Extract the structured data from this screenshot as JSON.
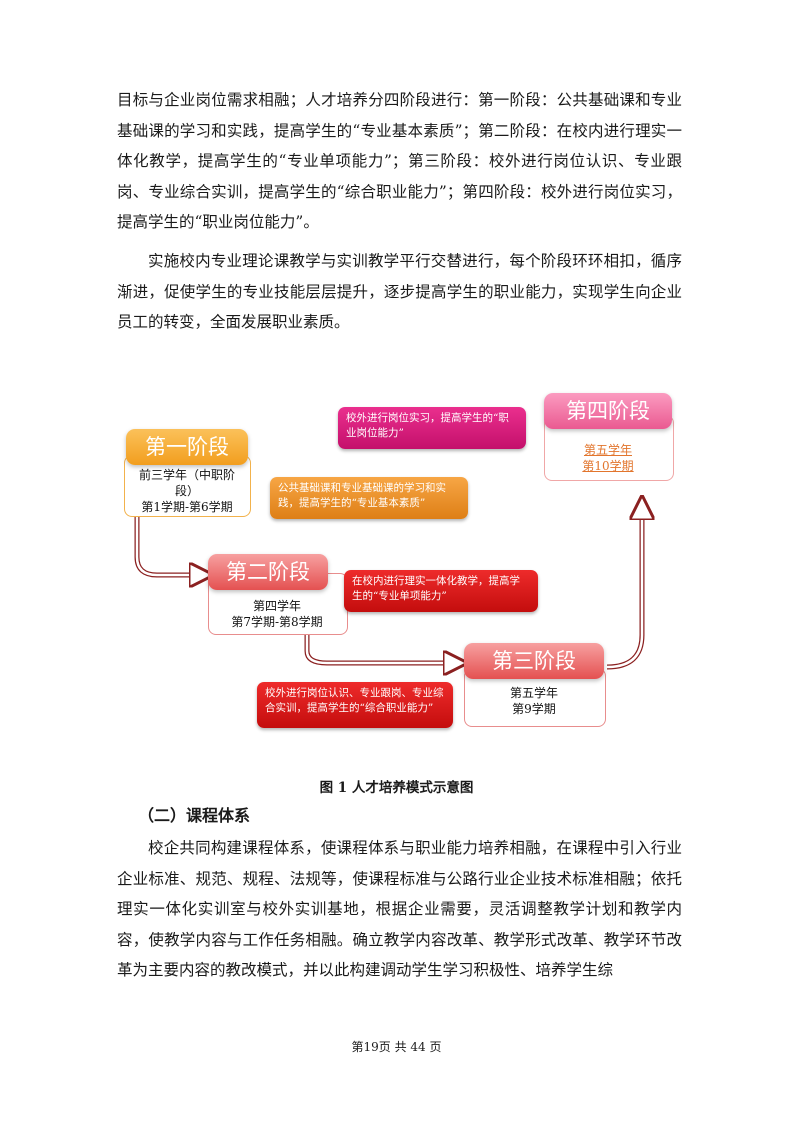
{
  "paragraphs": {
    "p1": "目标与企业岗位需求相融；人才培养分四阶段进行：第一阶段：公共基础课和专业基础课的学习和实践，提高学生的“专业基本素质”；第二阶段：在校内进行理实一体化教学，提高学生的“专业单项能力”；第三阶段：校外进行岗位认识、专业跟岗、专业综合实训，提高学生的“综合职业能力”；第四阶段：校外进行岗位实习，提高学生的“职业岗位能力”。",
    "p2": "实施校内专业理论课教学与实训教学平行交替进行，每个阶段环环相扣，循序渐进，促使学生的专业技能层层提升，逐步提高学生的职业能力，实现学生向企业员工的转变，全面发展职业素质。",
    "p3": "校企共同构建课程体系，使课程体系与职业能力培养相融，在课程中引入行业企业标准、规范、规程、法规等，使课程标准与公路行业企业技术标准相融；依托理实一体化实训室与校外实训基地，根据企业需要，灵活调整教学计划和教学内容，使教学内容与工作任务相融。确立教学内容改革、教学形式改革、教学环节改革为主要内容的教改模式，并以此构建调动学生学习积极性、培养学生综"
  },
  "diagram": {
    "stage1": {
      "title": "第一阶段",
      "line1": "前三学年（中职阶",
      "line2": "段）",
      "line3": "第1学期-第6学期",
      "callout": "公共基础课和专业基础课的学习和实践，提高学生的“专业基本素质”"
    },
    "stage2": {
      "title": "第二阶段",
      "line1": "第四学年",
      "line2": "第7学期-第8学期",
      "callout": "在校内进行理实一体化教学，提高学生的“专业单项能力”"
    },
    "stage3": {
      "title": "第三阶段",
      "line1": "第五学年",
      "line2": "第9学期",
      "callout": "校外进行岗位认识、专业跟岗、专业综合实训，提高学生的“综合职业能力”"
    },
    "stage4": {
      "title": "第四阶段",
      "line1": "第五学年",
      "line2": "第10学期",
      "callout": "校外进行岗位实习，提高学生的“职业岗位能力”"
    },
    "colors": {
      "orange": "#f29e1e",
      "red": "#e45151",
      "pink": "#ea5a91",
      "arrow": "#8b2020",
      "callout_red": "#c40d0d",
      "callout_magenta": "#c4106b"
    }
  },
  "caption": "图 1  人才培养模式示意图",
  "section_heading": "（二）课程体系",
  "footer": "第19页  共 44 页"
}
